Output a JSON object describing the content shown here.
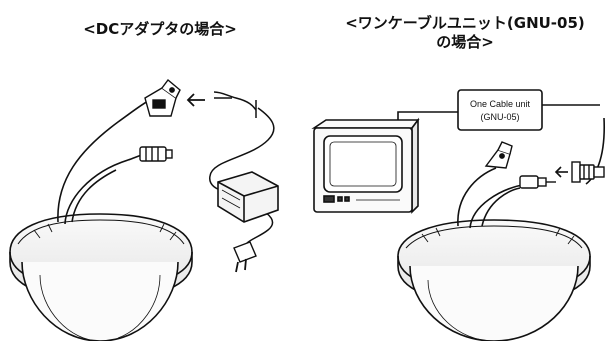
{
  "left_caption": "<DCアダプタの場合>",
  "right_caption": {
    "line1": "<ワンケーブルユニット(GNU-05)",
    "line2": "の場合>"
  },
  "one_cable_unit": {
    "name": "One Cable unit",
    "model": "(GNU-05)"
  },
  "icons": [
    "dome-camera-icon",
    "dc-adapter-icon",
    "monitor-icon",
    "bnc-connector-icon",
    "arrow-left-icon"
  ]
}
